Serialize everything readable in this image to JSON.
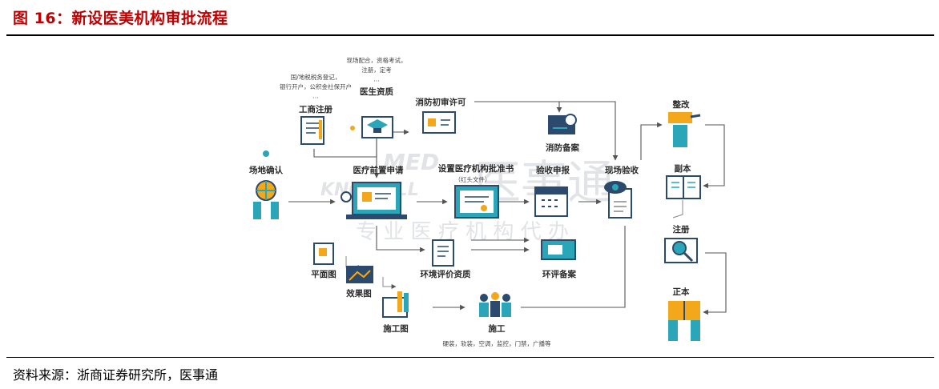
{
  "header": {
    "title": "图 16：新设医美机构审批流程"
  },
  "source": {
    "text": "资料来源：浙商证券研究所，医事通"
  },
  "watermark": {
    "brand_latin_1": "MED",
    "brand_latin_2": "KNOWALL",
    "brand_cn": "医事通",
    "slogan": "专 业 医 疗 机 构 代 办"
  },
  "nodes": {
    "site_confirm": "场地确认",
    "business_reg": "工商注册",
    "business_reg_note_1": "国/地税税务登记，",
    "business_reg_note_2": "银行开户，公积金社保开户",
    "doctor_qual": "医生资质",
    "doctor_qual_note_1": "现场配合，资格考试，",
    "doctor_qual_note_2": "注册，定考",
    "fire_permit": "消防初审许可",
    "fire_filing": "消防备案",
    "pre_apply": "医疗前置申请",
    "approval": "设置医疗机构批准书",
    "approval_note": "（红头文件）",
    "acceptance_apply": "验收申报",
    "site_accept": "现场验收",
    "rectify": "整改",
    "copy": "副本",
    "register": "注册",
    "original": "正本",
    "floor_plan": "平面图",
    "rendering": "效果图",
    "construction_drawing": "施工图",
    "env_eval": "环境评价资质",
    "env_filing": "环评备案",
    "construction": "施工",
    "construction_note": "硬装，软装，空调，监控，门禁，广播等",
    "dots": "···"
  },
  "colors": {
    "title_red": "#c00000",
    "teal": "#2aa6b8",
    "navy": "#2c4a6e",
    "orange": "#f3a81b",
    "gray_line": "#555555"
  }
}
